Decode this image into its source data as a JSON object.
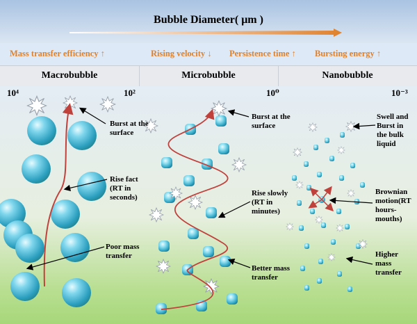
{
  "title": "Bubble Diameter( μm )",
  "properties": [
    {
      "label": "Mass transfer efficiency ↑"
    },
    {
      "label": "Rising velocity ↓"
    },
    {
      "label": "Persistence time ↑"
    },
    {
      "label": "Bursting energy ↑"
    }
  ],
  "categories": [
    "Macrobubble",
    "Microbubble",
    "Nanobubble"
  ],
  "scale_ticks": [
    {
      "label": "10⁴"
    },
    {
      "label": "10²"
    },
    {
      "label": "10⁰"
    },
    {
      "label": "10⁻³"
    }
  ],
  "annotations": {
    "macro_burst": "Burst at the surface",
    "macro_rise": "Rise fact (RT in seconds)",
    "macro_mass": "Poor mass transfer",
    "micro_burst": "Burst at the surface",
    "micro_rise": "Rise slowly (RT in minutes)",
    "micro_mass": "Better mass transfer",
    "nano_swell": "Swell and Burst in the bulk liquid",
    "nano_brownian": "Brownian motion(RT hours-mouths)",
    "nano_mass": "Higher mass transfer"
  },
  "colors": {
    "accent": "#e0812c",
    "path": "#c0413c",
    "bubble": "#5fc4d8"
  }
}
